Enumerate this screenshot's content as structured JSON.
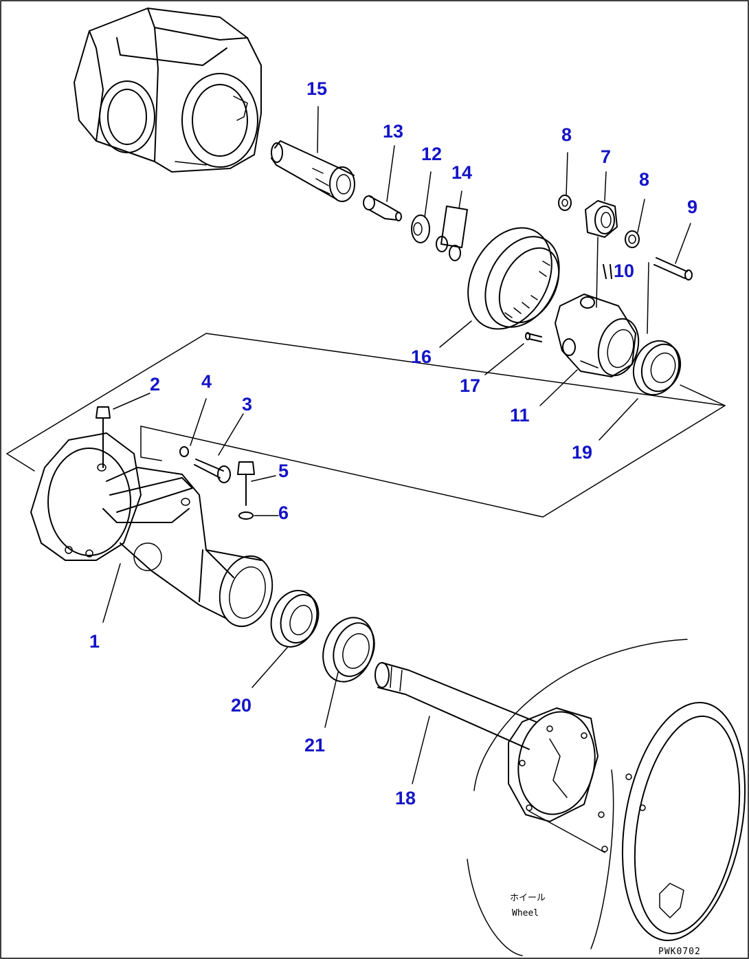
{
  "diagram": {
    "callouts": [
      {
        "id": "15",
        "label": "15"
      },
      {
        "id": "13",
        "label": "13"
      },
      {
        "id": "12",
        "label": "12"
      },
      {
        "id": "14",
        "label": "14"
      },
      {
        "id": "8a",
        "label": "8"
      },
      {
        "id": "7",
        "label": "7"
      },
      {
        "id": "8b",
        "label": "8"
      },
      {
        "id": "9",
        "label": "9"
      },
      {
        "id": "10",
        "label": "10"
      },
      {
        "id": "16",
        "label": "16"
      },
      {
        "id": "17",
        "label": "17"
      },
      {
        "id": "11",
        "label": "11"
      },
      {
        "id": "19",
        "label": "19"
      },
      {
        "id": "2",
        "label": "2"
      },
      {
        "id": "4",
        "label": "4"
      },
      {
        "id": "3",
        "label": "3"
      },
      {
        "id": "5",
        "label": "5"
      },
      {
        "id": "6",
        "label": "6"
      },
      {
        "id": "1",
        "label": "1"
      },
      {
        "id": "20",
        "label": "20"
      },
      {
        "id": "21",
        "label": "21"
      },
      {
        "id": "18",
        "label": "18"
      }
    ],
    "wheel_label_jp": "ホイール",
    "wheel_label_en": "Wheel",
    "drawing_code": "PWK0702"
  }
}
